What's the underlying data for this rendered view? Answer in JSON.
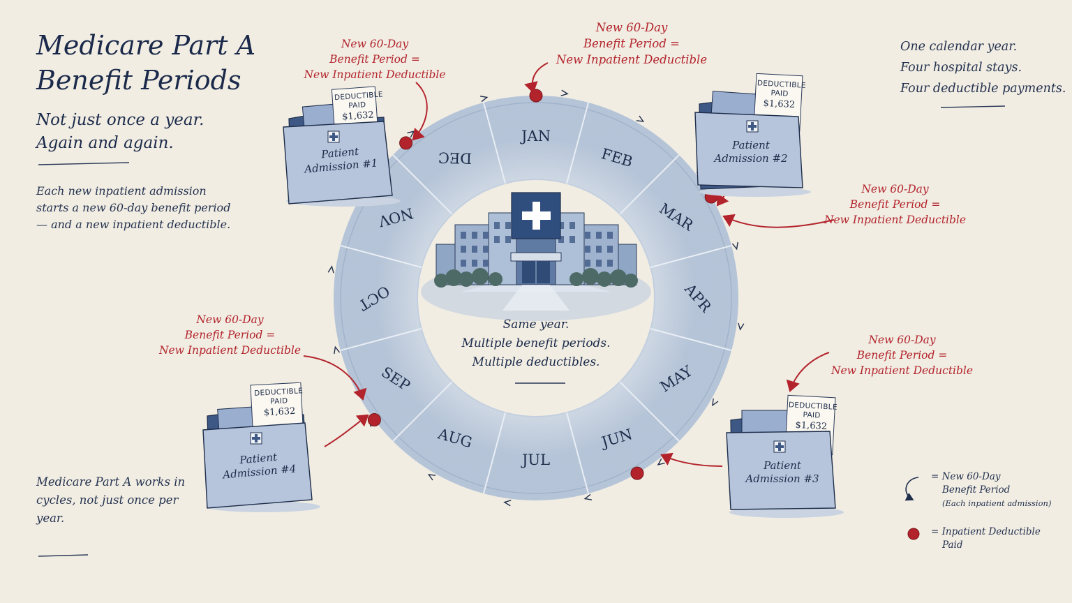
{
  "header": {
    "title_line1": "Medicare Part A",
    "title_line2": "Benefit Periods",
    "subtitle_line1": "Not just once a year.",
    "subtitle_line2": "Again and again."
  },
  "description": "Each new inpatient admission starts a new 60-day benefit period — and a new inpatient deductible.",
  "bottom_note": "Medicare Part A works in cycles, not just once per year.",
  "summary": {
    "line1": "One calendar year.",
    "line2": "Four hospital stays.",
    "line3": "Four deductible payments."
  },
  "callout": {
    "line1": "New 60-Day",
    "line2": "Benefit Period =",
    "line3": "New Inpatient Deductible"
  },
  "months": [
    "JAN",
    "FEB",
    "MAR",
    "APR",
    "MAY",
    "JUN",
    "JUL",
    "AUG",
    "SEP",
    "OCT",
    "NOV",
    "DEC"
  ],
  "center_text": {
    "line1": "Same year.",
    "line2": "Multiple benefit periods.",
    "line3": "Multiple deductibles."
  },
  "admissions": [
    {
      "label_line1": "Patient",
      "label_line2": "Admission #1",
      "receipt_line1": "DEDUCTIBLE",
      "receipt_line2": "PAID",
      "amount": "$1,632"
    },
    {
      "label_line1": "Patient",
      "label_line2": "Admission #2",
      "receipt_line1": "DEDUCTIBLE",
      "receipt_line2": "PAID",
      "amount": "$1,632"
    },
    {
      "label_line1": "Patient",
      "label_line2": "Admission #3",
      "receipt_line1": "DEDUCTIBLE",
      "receipt_line2": "PAID",
      "amount": "$1,632"
    },
    {
      "label_line1": "Patient",
      "label_line2": "Admission #4",
      "receipt_line1": "DEDUCTIBLE",
      "receipt_line2": "PAID",
      "amount": "$1,632"
    }
  ],
  "legend": {
    "cycle_line1": "= New 60-Day",
    "cycle_line2": "Benefit Period",
    "cycle_line3": "(Each inpatient admission)",
    "dot_line1": "= Inpatient Deductible",
    "dot_line2": "Paid"
  },
  "colors": {
    "accent_red": "#b3232b",
    "navy": "#1e2d4a",
    "ring_blue": "#b9c7da",
    "paper": "#f1ede3"
  }
}
